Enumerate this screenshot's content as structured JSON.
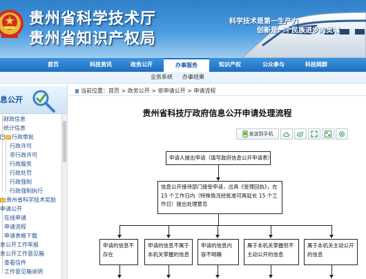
{
  "banner": {
    "title_line1": "贵州省科学技术厅",
    "title_line2": "贵州省知识产权局",
    "slogan_line1": "科学技术是第一生产力",
    "slogan_line2": "创新是一个民族进步的灵魂",
    "colors": {
      "sky": "#3b8bd6",
      "title_shadow": "#1b4f87"
    }
  },
  "nav": {
    "items": [
      {
        "label": "首页",
        "active": false
      },
      {
        "label": "科技资讯",
        "active": false
      },
      {
        "label": "政务公开",
        "active": false
      },
      {
        "label": "办事服务",
        "active": true
      },
      {
        "label": "知识产权",
        "active": false
      },
      {
        "label": "公众参与",
        "active": false
      },
      {
        "label": "科技网群",
        "active": false
      }
    ],
    "sub_items": [
      "业务系统",
      "办事结果"
    ],
    "colors": {
      "bar": "#1f6fbf",
      "active_text": "#1f5fa8"
    }
  },
  "sidebar": {
    "title": "息公开",
    "items": [
      "财政信息",
      "统计信息",
      "行政审批",
      "行政许可",
      "非行政许可",
      "行政服务",
      "行政处罚",
      "行政强制",
      "行政强制执行",
      "贵州省科学技术奖励",
      "申请公开",
      "在线申请",
      "申请流程",
      "申请表格下载",
      "息公开工作年报",
      "息公开工作意见箱",
      "查看信件",
      "工作意见箱说明"
    ]
  },
  "content": {
    "breadcrumb": "当前位置：首页 > 政务公开 > 依申请公开 > 申请流程",
    "title": "贵州省科技厅政府信息公开申请处理流程",
    "tools": {
      "send_phone_label": "发送到手机",
      "icons": [
        "cloud-icon",
        "weibo-icon",
        "expand-icon",
        "wechat-icon",
        "settings-icon"
      ]
    },
    "flow": {
      "step1": "申请人提出申请（填写政府信息公开申请表）",
      "step2": "信息公开接待部门接受申请，出具《受理回执》，在 15 个工作日内（特殊情况经批准可再延长 15 个工作日）提出处理意见",
      "outcomes": [
        "申请的信息不存在",
        "申请的信息不属于本机关掌握的信息",
        "申请的信息内容不明确",
        "属于本机关掌握但不主动公开的信息",
        "属于本机关主动公开的信息"
      ]
    }
  }
}
